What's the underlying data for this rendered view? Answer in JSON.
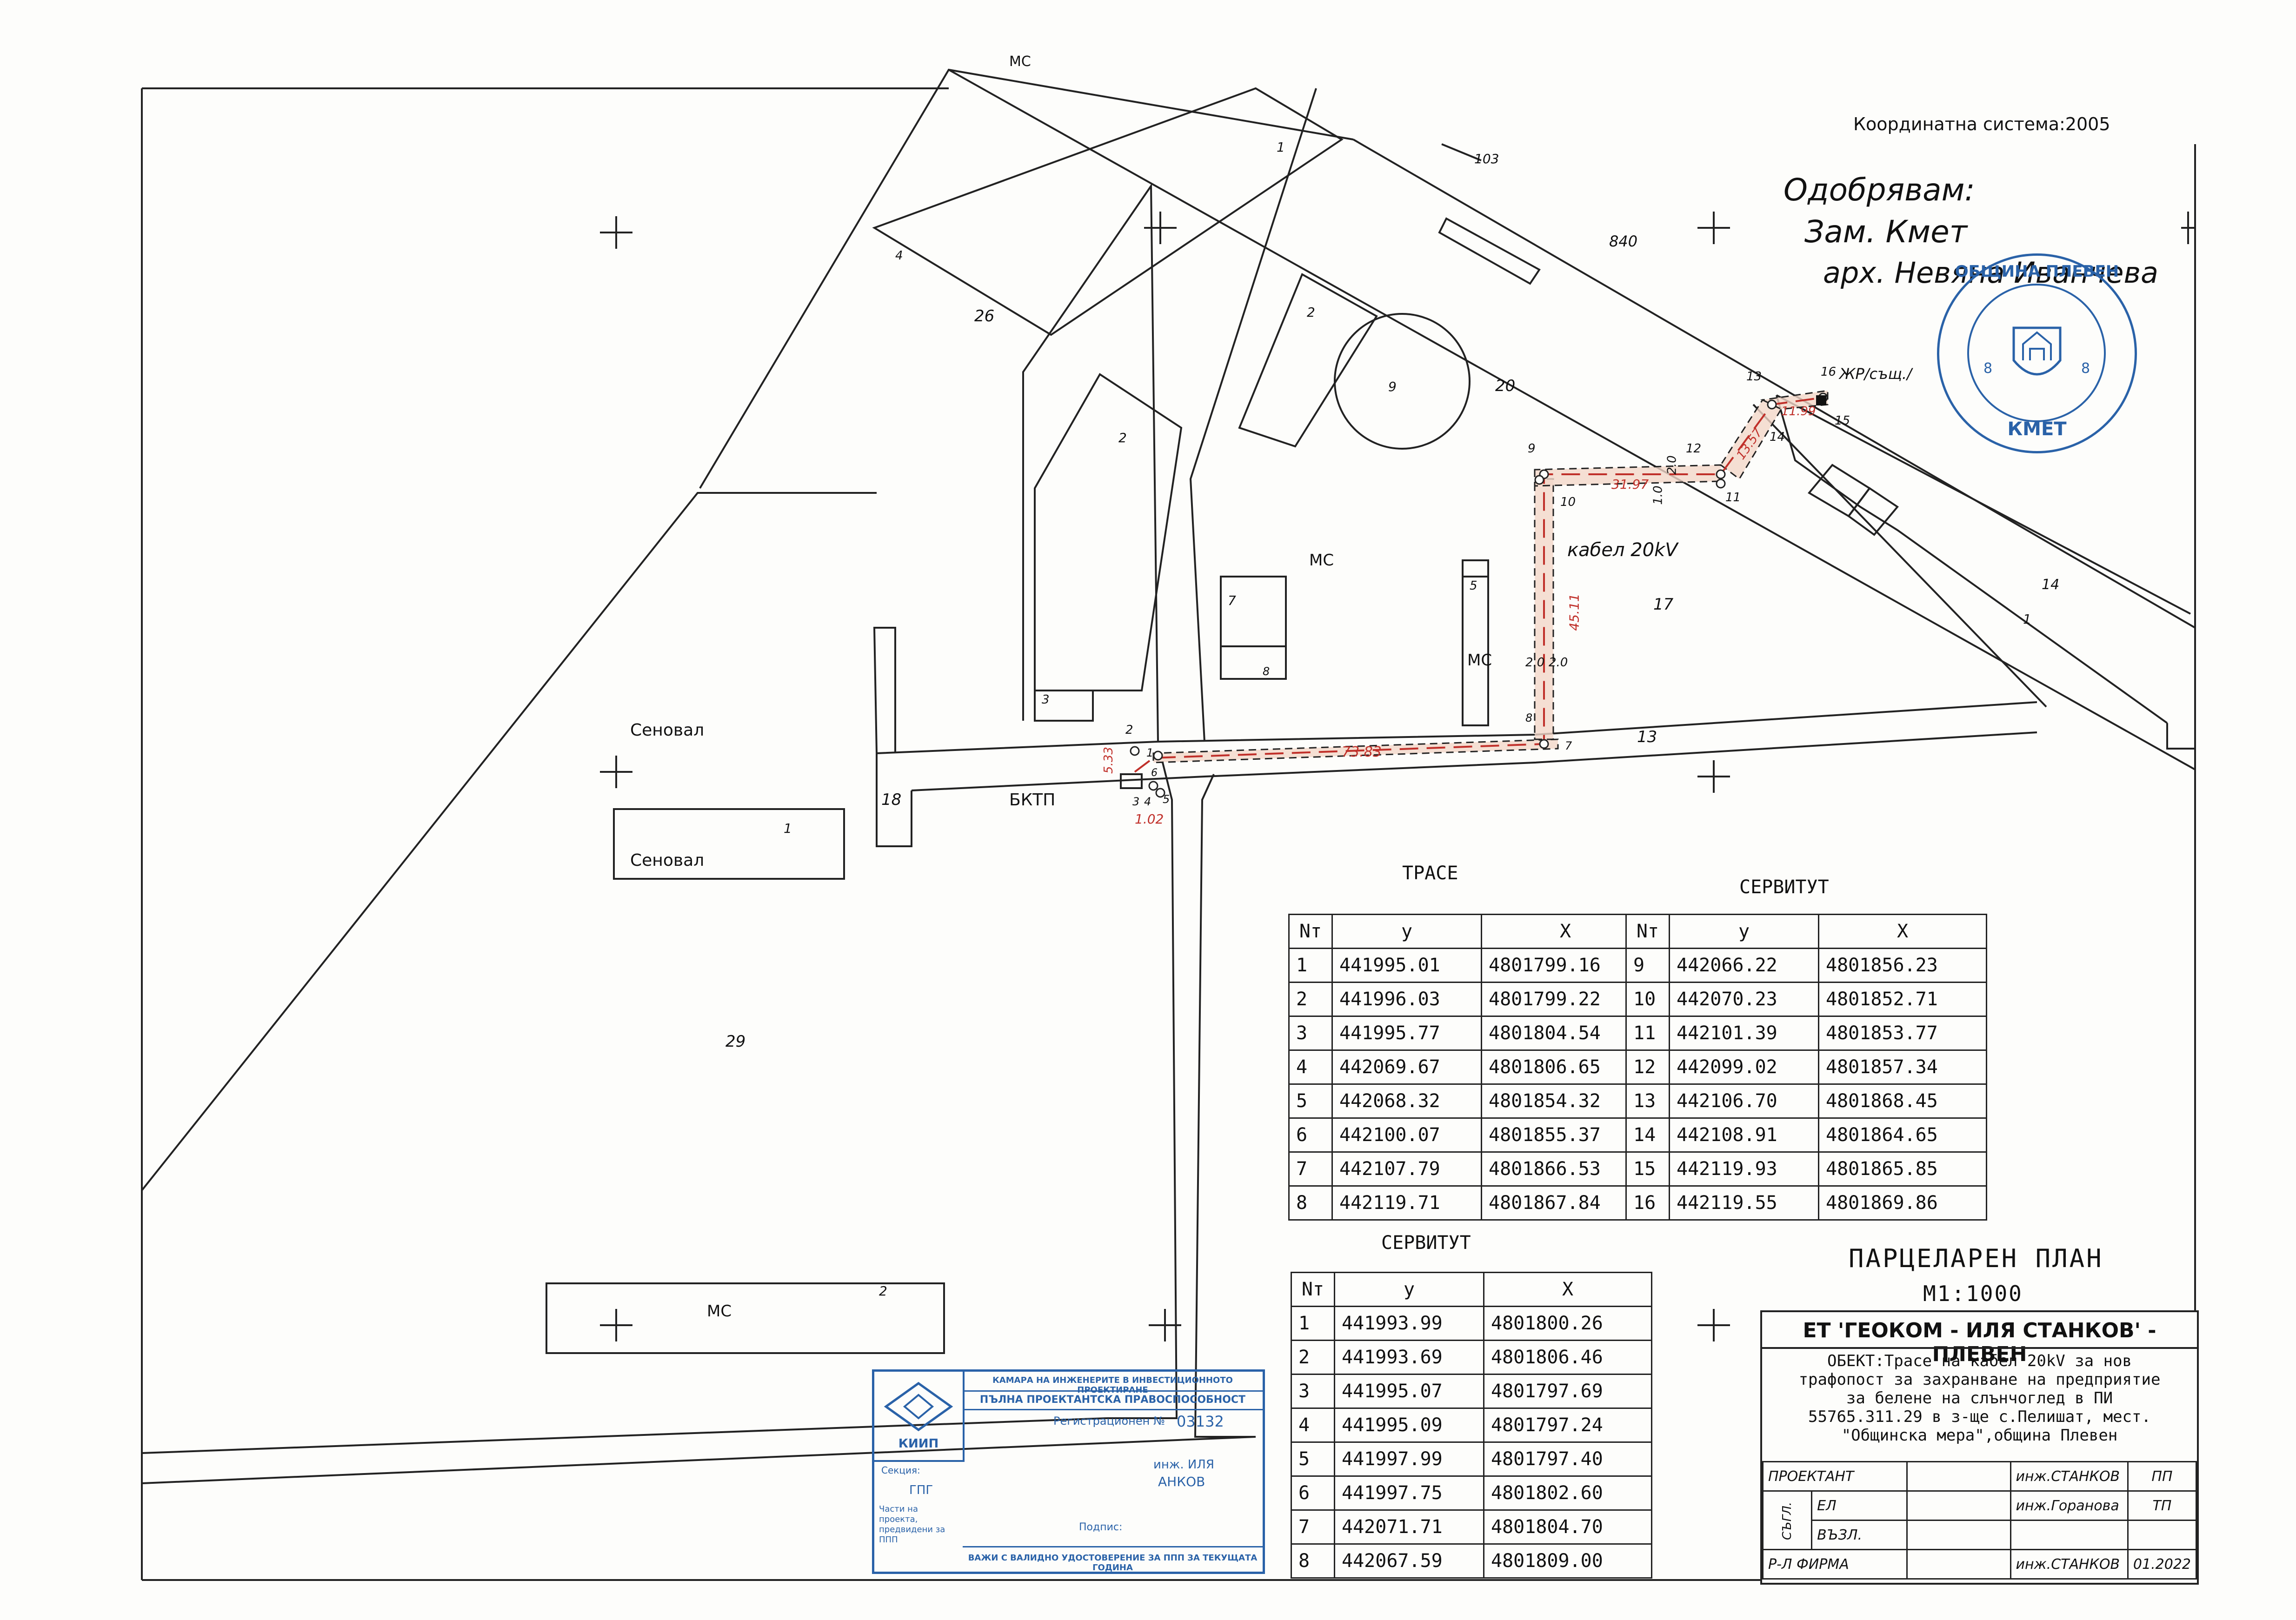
{
  "coordinate_system": "Координатна система:2005",
  "approval": {
    "line1": "Одобрявам:",
    "line2": "Зам. Кмет",
    "line3": "арх. Невяна Иванчева"
  },
  "municipal_stamp": {
    "ring_text": "ОБЩИНА ПЛЕВЕН",
    "bottom_text": "КМЕТ",
    "numbers": [
      "8",
      "8"
    ]
  },
  "map_labels": {
    "sеnoval_1": "Сеновал",
    "sеnoval_2": "Сеновал",
    "bktp": "БКТП",
    "ms_1": "МС",
    "ms_2": "МС",
    "ms_3": "МС",
    "ms_top": "МС",
    "cable": "кабел 20kV",
    "zhr": "ЖР/същ./",
    "parcel_26": "26",
    "parcel_29": "29",
    "parcel_20": "20",
    "parcel_17": "17",
    "parcel_840": "840",
    "parcel_18": "18",
    "parcel_13": "13",
    "parcel_14": "14",
    "bldg_1a": "1",
    "bldg_1b": "1",
    "bldg_1c": "1",
    "bldg_2a": "2",
    "bldg_2b": "2",
    "bldg_2c": "2",
    "bldg_3": "3",
    "bldg_4": "4",
    "bldg_5": "5",
    "bldg_7": "7",
    "bldg_8": "8",
    "bldg_9": "9",
    "marker_103": "103",
    "dim_7383": "73.83",
    "dim_3197": "31.97",
    "dim_4511": "45.11",
    "dim_1357": "13.57",
    "dim_1199": "11.99",
    "dim_533": "5.33",
    "dim_102": "1.02",
    "dim_20a": "2.0",
    "dim_20b": "2.0",
    "dim_20c": "1.0",
    "dim_20d": "2.0"
  },
  "route_points": {
    "p1": "1",
    "p2": "2",
    "p3": "3",
    "p4": "4",
    "p5": "5",
    "p6": "6",
    "p7": "7",
    "p8": "8",
    "p9": "9",
    "p10": "10",
    "p11": "11",
    "p12": "12",
    "p13": "13",
    "p14": "14",
    "p15": "15",
    "p16": "16"
  },
  "trase_table": {
    "title": "ТРАСЕ",
    "headers": [
      "Nт",
      "y",
      "X"
    ],
    "rows": [
      [
        "1",
        "441995.01",
        "4801799.16"
      ],
      [
        "2",
        "441996.03",
        "4801799.22"
      ],
      [
        "3",
        "441995.77",
        "4801804.54"
      ],
      [
        "4",
        "442069.67",
        "4801806.65"
      ],
      [
        "5",
        "442068.32",
        "4801854.32"
      ],
      [
        "6",
        "442100.07",
        "4801855.37"
      ],
      [
        "7",
        "442107.79",
        "4801866.53"
      ],
      [
        "8",
        "442119.71",
        "4801867.84"
      ]
    ]
  },
  "servitut_table_1": {
    "title": "СЕРВИТУТ",
    "headers": [
      "Nт",
      "y",
      "X"
    ],
    "rows": [
      [
        "9",
        "442066.22",
        "4801856.23"
      ],
      [
        "10",
        "442070.23",
        "4801852.71"
      ],
      [
        "11",
        "442101.39",
        "4801853.77"
      ],
      [
        "12",
        "442099.02",
        "4801857.34"
      ],
      [
        "13",
        "442106.70",
        "4801868.45"
      ],
      [
        "14",
        "442108.91",
        "4801864.65"
      ],
      [
        "15",
        "442119.93",
        "4801865.85"
      ],
      [
        "16",
        "442119.55",
        "4801869.86"
      ]
    ]
  },
  "servitut_table_2": {
    "title": "СЕРВИТУТ",
    "headers": [
      "Nт",
      "y",
      "X"
    ],
    "rows": [
      [
        "1",
        "441993.99",
        "4801800.26"
      ],
      [
        "2",
        "441993.69",
        "4801806.46"
      ],
      [
        "3",
        "441995.07",
        "4801797.69"
      ],
      [
        "4",
        "441995.09",
        "4801797.24"
      ],
      [
        "5",
        "441997.99",
        "4801797.40"
      ],
      [
        "6",
        "441997.75",
        "4801802.60"
      ],
      [
        "7",
        "442071.71",
        "4801804.70"
      ],
      [
        "8",
        "442067.59",
        "4801809.00"
      ]
    ]
  },
  "plan_title": "ПАРЦЕЛАРЕН ПЛАН",
  "scale": "М1:1000",
  "title_block": {
    "firm": "ЕТ 'ГЕОКОМ - ИЛЯ СТАНКОВ' - ПЛЕВЕН",
    "object_lines": [
      "ОБЕКТ:Трасе на кабел 20kV за нов",
      "трафопост за захранване на предприятие",
      "за белене на слънчоглед в ПИ",
      "55765.311.29 в з-ще с.Пелишат, мест.",
      "\"Общинска мера\",община Плевен"
    ],
    "designer_label": "ПРОЕКТАНТ",
    "agreed_label": "СЪГЛ.",
    "el_label": "ЕЛ",
    "vazl_label": "ВЪЗЛ.",
    "firm_head_label": "Р-Л ФИРМА",
    "designer_name": "инж.СТАНКОВ",
    "designer_code": "ПП",
    "el_name": "инж.Горанова",
    "el_code": "ТП",
    "head_name": "инж.СТАНКОВ",
    "date": "01.2022"
  },
  "kiip_stamp": {
    "header": "КАМАРА НА ИНЖЕНЕРИТЕ В ИНВЕСТИЦИОННОТО ПРОЕКТИРАНЕ",
    "subheader": "ПЪЛНА ПРОЕКТАНТСКА ПРАВОСПОСОБНОСТ",
    "reg_label": "Регистрационен №",
    "reg_no": "03132",
    "section_label": "Секция:",
    "section": "ГПГ",
    "parts_label": "Части на проекта, предвидени за ППП",
    "name_line1": "инж. ИЛЯ",
    "name_line2": "АНКОВ",
    "signature_label": "Подпис:",
    "footer": "ВАЖИ С ВАЛИДНО УДОСТОВЕРЕНИЕ ЗА ППП ЗА ТЕКУЩАТА ГОДИНА",
    "logo": "КИИП"
  },
  "colors": {
    "ink": "#111111",
    "route_red": "#c0302a",
    "servitude_fill": "#f3d7c9",
    "stamp_blue": "#2a62a8"
  }
}
